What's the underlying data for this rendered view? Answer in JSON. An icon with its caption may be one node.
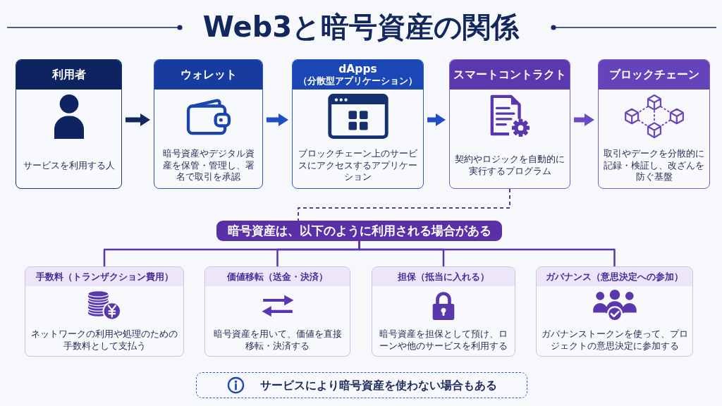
{
  "diagram": {
    "title": "Web3と暗号資産の関係",
    "nodes": [
      {
        "text": [
          "利用者",
          "サービスを利用する人"
        ]
      },
      {
        "text": [
          "ウォレット",
          "暗号資産やデジタル資産を保管・管理し、署名で取引を承認"
        ]
      },
      {
        "text": [
          "dApps",
          "（分散型アプリケーション）",
          "ブロックチェーン上のサービスにアクセスするアプリケーション"
        ]
      },
      {
        "text": [
          "スマートコントラクト",
          "契約やロジックを自動的に実行するプログラム"
        ]
      },
      {
        "text": [
          "ブロックチェーン",
          "取引やデークを分散的に記録・検証し、改ざんを防ぐ基盤"
        ]
      },
      {
        "text": [
          "暗号資産は、以下のように利用される場合がある"
        ]
      },
      {
        "text": [
          "手数料（トランザクション費用）",
          "ネットワークの利用や処理のための手数料として支払う"
        ]
      },
      {
        "text": [
          "価値移転（送金・決済）",
          "暗号資産を用いて、価値を直接移転・決済する"
        ]
      },
      {
        "text": [
          "担保（抵当に入れる）",
          "暗号資産を担保として預け、ローンや他のサービスを利用する"
        ]
      },
      {
        "text": [
          "ガバナンス（意思決定への参加）",
          "ガバナンストークンを使って、プロジェクトの意思決定に参加する"
        ]
      },
      {
        "text": [
          "サービスにより暗号資産を使わない場合もある"
        ]
      }
    ],
    "edges": [
      {
        "from": 0,
        "to": 1,
        "arrow": "to",
        "style": "thick",
        "color": "#12275f"
      },
      {
        "from": 1,
        "to": 2,
        "arrow": "to",
        "style": "thick",
        "color": "#1f4fc4"
      },
      {
        "from": 2,
        "to": 3,
        "arrow": "to",
        "style": "thick",
        "color": "#1f4fc4"
      },
      {
        "from": 3,
        "to": 4,
        "arrow": "to",
        "style": "thick",
        "color": "#6b4cc2"
      },
      {
        "from": 3,
        "to": 5,
        "arrow": "none",
        "style": "dashed"
      },
      {
        "from": 5,
        "to": 6,
        "arrow": "none"
      },
      {
        "from": 5,
        "to": 7,
        "arrow": "none"
      },
      {
        "from": 5,
        "to": 8,
        "arrow": "none"
      },
      {
        "from": 5,
        "to": 9,
        "arrow": "none"
      }
    ]
  }
}
